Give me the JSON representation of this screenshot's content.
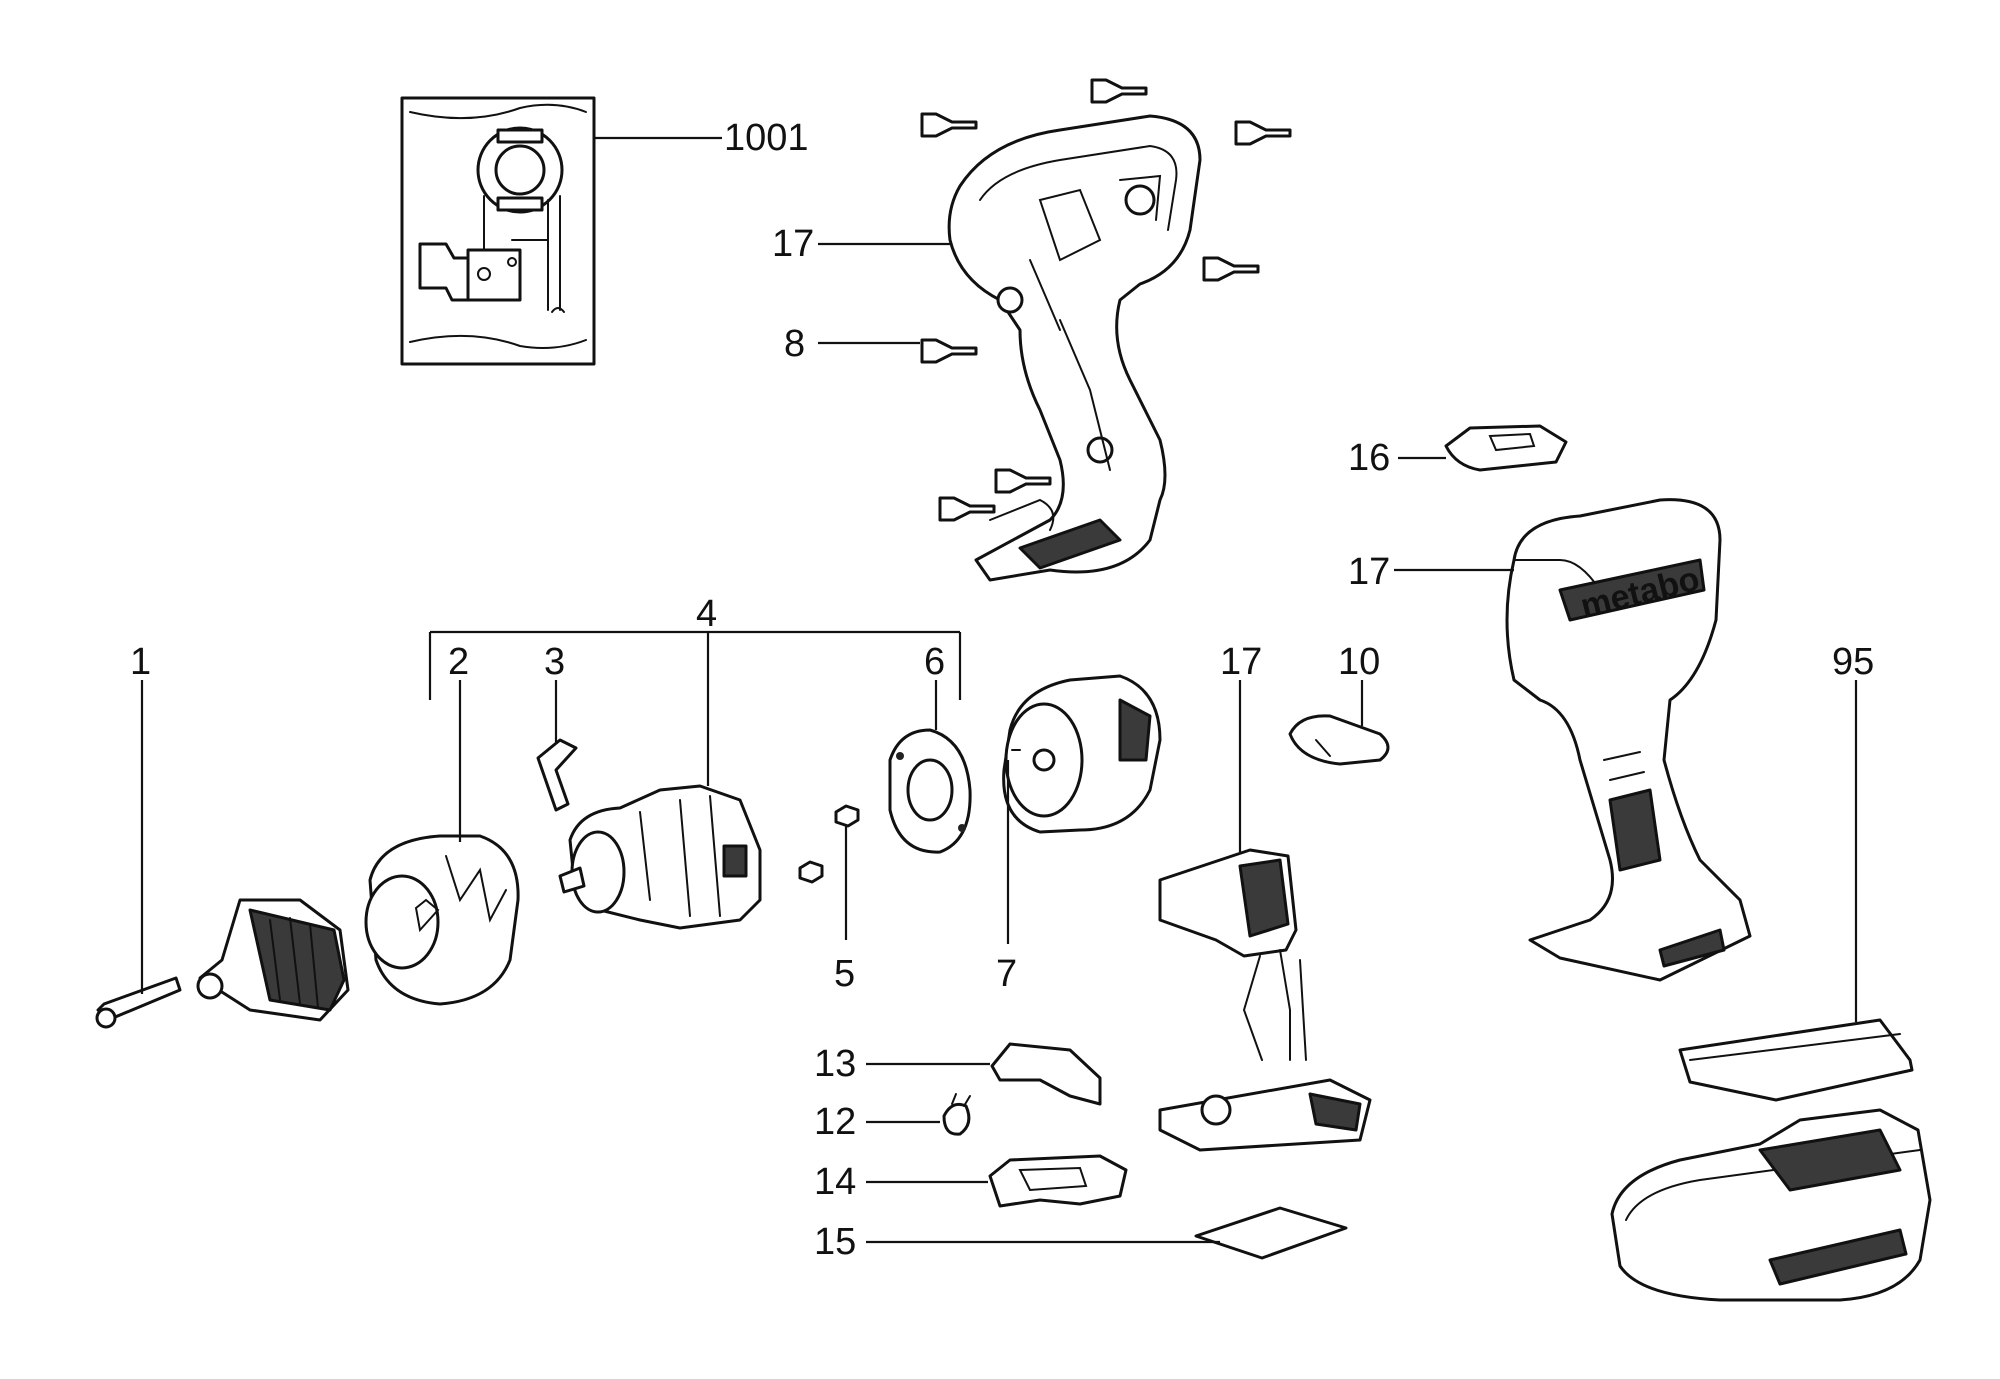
{
  "title": "",
  "logo_text": "metabo",
  "labels": {
    "l1001": "1001",
    "l17_top": "17",
    "l8": "8",
    "l16": "16",
    "l17_right": "17",
    "l4": "4",
    "l1": "1",
    "l2": "2",
    "l3": "3",
    "l6": "6",
    "l17_switch": "17",
    "l10": "10",
    "l95": "95",
    "l5": "5",
    "l7": "7",
    "l13": "13",
    "l12": "12",
    "l14": "14",
    "l15": "15"
  }
}
